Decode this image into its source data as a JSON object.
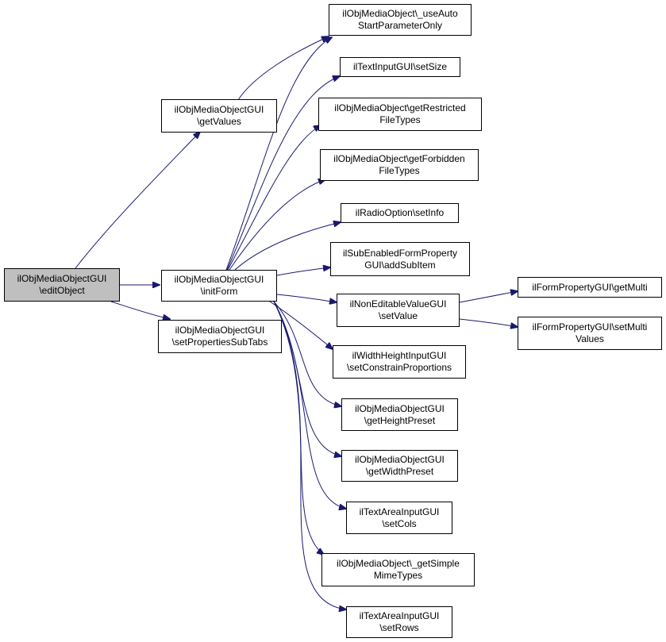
{
  "colors": {
    "edge": "#191970",
    "root_fill": "#bfbfbf",
    "node_fill": "#ffffff",
    "border": "#000000"
  },
  "nodes": {
    "root": {
      "l1": "ilObjMediaObjectGUI",
      "l2": "\\editObject"
    },
    "getValues": {
      "l1": "ilObjMediaObjectGUI",
      "l2": "\\getValues"
    },
    "initForm": {
      "l1": "ilObjMediaObjectGUI",
      "l2": "\\initForm"
    },
    "setPropertiesSubTabs": {
      "l1": "ilObjMediaObjectGUI",
      "l2": "\\setPropertiesSubTabs"
    },
    "useAutoStart": {
      "l1": "ilObjMediaObject\\_useAuto",
      "l2": "StartParameterOnly"
    },
    "setSize": {
      "l1": "ilTextInputGUI\\setSize",
      "l2": ""
    },
    "getRestricted": {
      "l1": "ilObjMediaObject\\getRestricted",
      "l2": "FileTypes"
    },
    "getForbidden": {
      "l1": "ilObjMediaObject\\getForbidden",
      "l2": "FileTypes"
    },
    "setInfo": {
      "l1": "ilRadioOption\\setInfo",
      "l2": ""
    },
    "addSubItem": {
      "l1": "ilSubEnabledFormProperty",
      "l2": "GUI\\addSubItem"
    },
    "setValue": {
      "l1": "ilNonEditableValueGUI",
      "l2": "\\setValue"
    },
    "getMulti": {
      "l1": "ilFormPropertyGUI\\getMulti",
      "l2": ""
    },
    "setMultiValues": {
      "l1": "ilFormPropertyGUI\\setMulti",
      "l2": "Values"
    },
    "setConstrain": {
      "l1": "ilWidthHeightInputGUI",
      "l2": "\\setConstrainProportions"
    },
    "getHeightPreset": {
      "l1": "ilObjMediaObjectGUI",
      "l2": "\\getHeightPreset"
    },
    "getWidthPreset": {
      "l1": "ilObjMediaObjectGUI",
      "l2": "\\getWidthPreset"
    },
    "setCols": {
      "l1": "ilTextAreaInputGUI",
      "l2": "\\setCols"
    },
    "getSimpleMime": {
      "l1": "ilObjMediaObject\\_getSimple",
      "l2": "MimeTypes"
    },
    "setRows": {
      "l1": "ilTextAreaInputGUI",
      "l2": "\\setRows"
    }
  }
}
